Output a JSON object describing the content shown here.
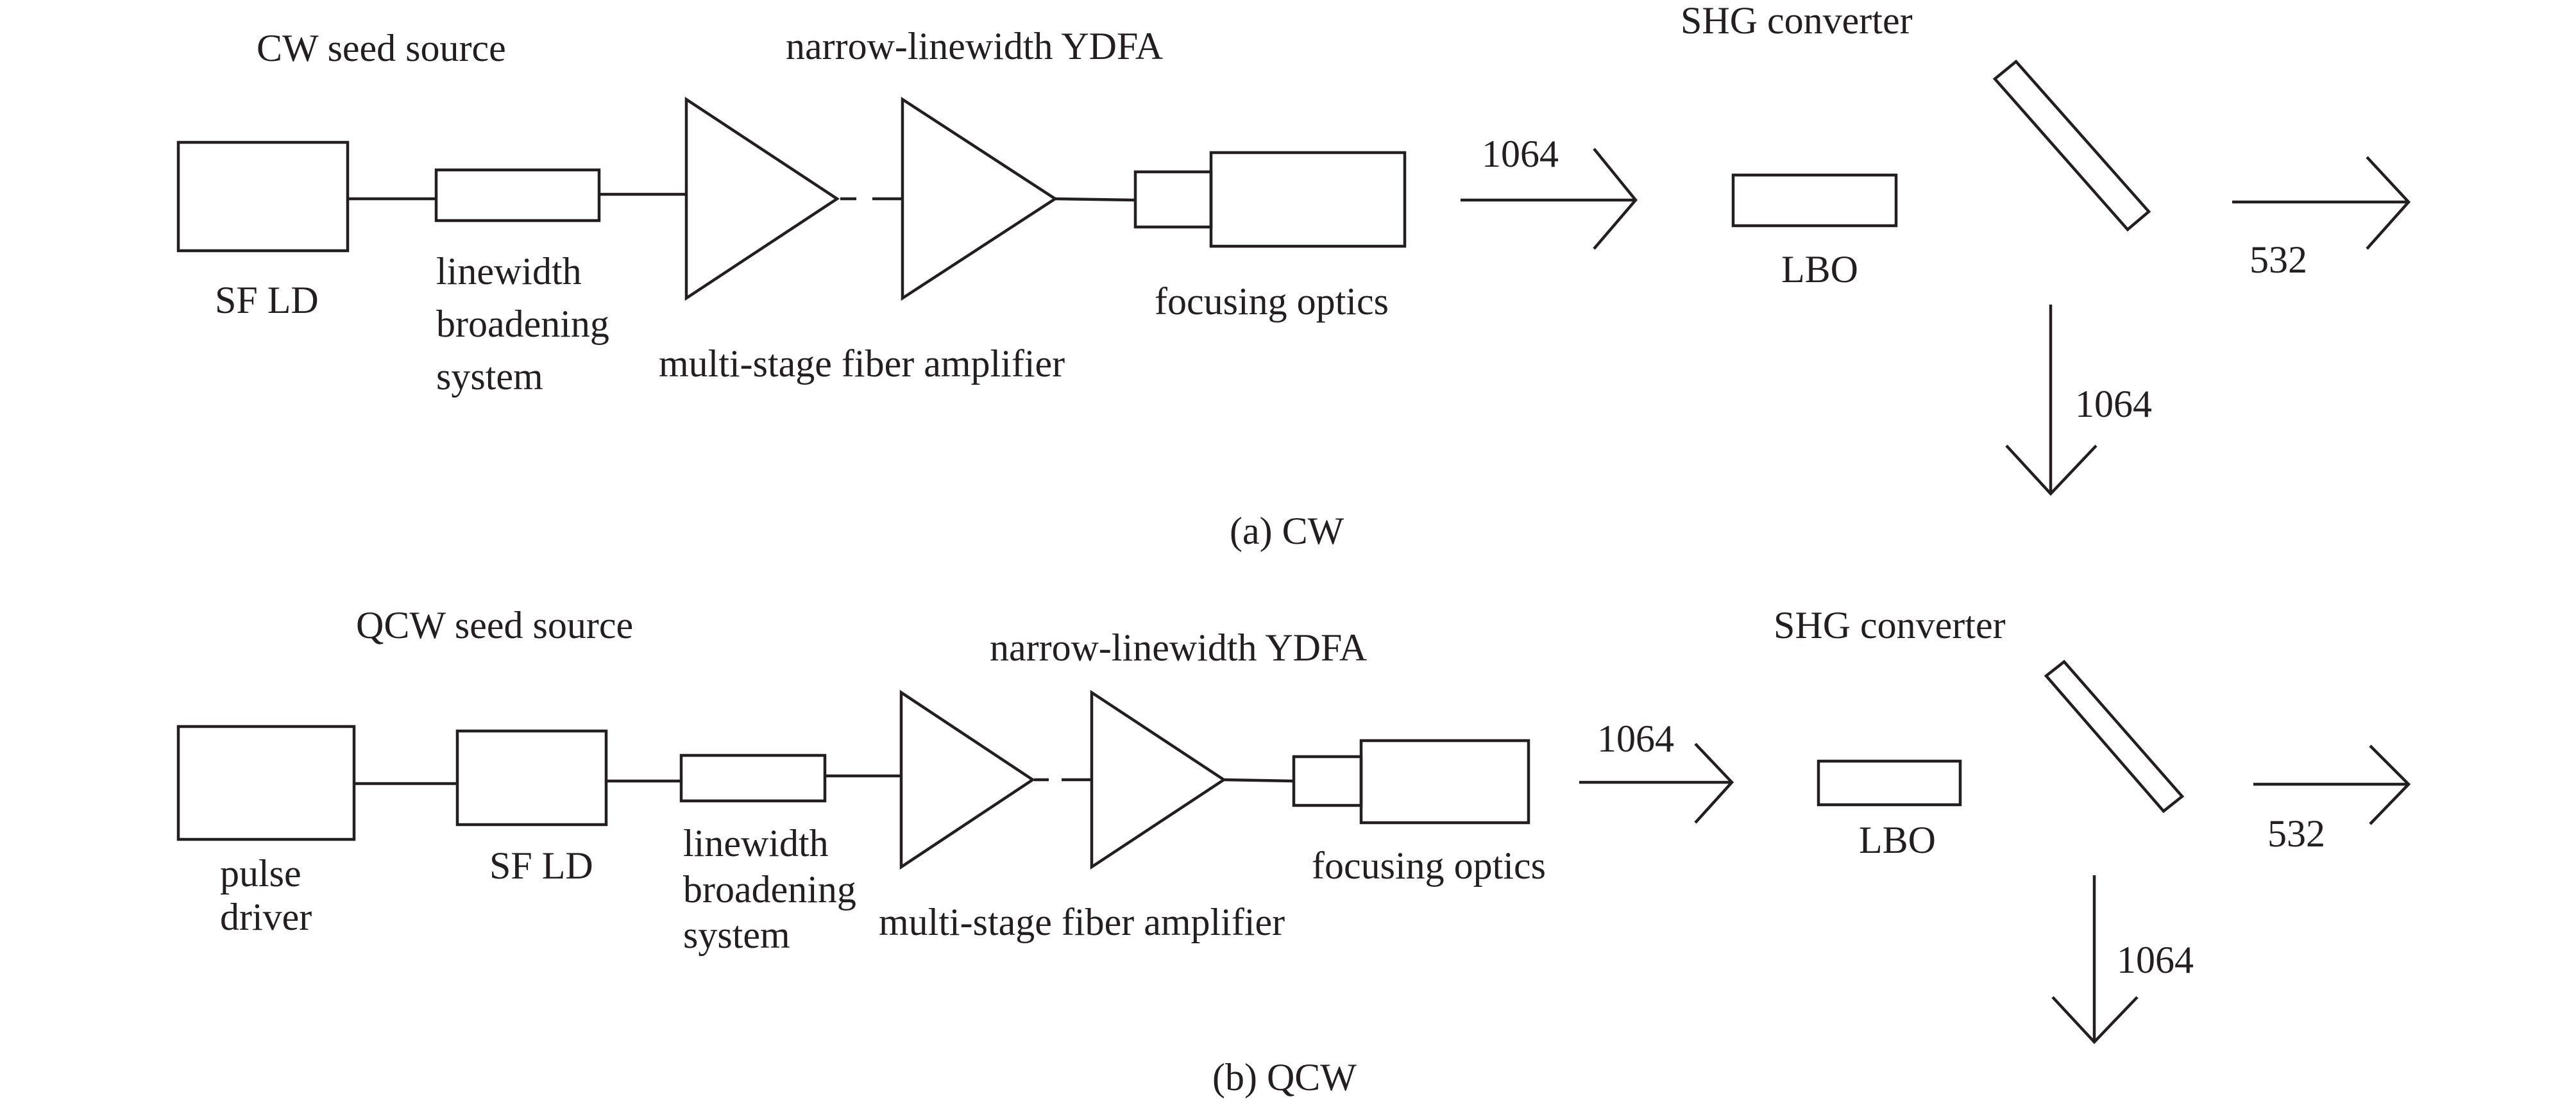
{
  "panel_a": {
    "caption": "(a) CW",
    "header_seed": "CW seed source",
    "header_amp": "narrow-linewidth YDFA",
    "header_shg": "SHG converter",
    "sf_ld": "SF LD",
    "broadening": [
      "linewidth",
      "broadening",
      "system"
    ],
    "amplifier": "multi-stage fiber amplifier",
    "focusing": "focusing optics",
    "in_wavelength": "1064",
    "crystal": "LBO",
    "out_wavelength": "532",
    "residual_wavelength": "1064"
  },
  "panel_b": {
    "caption": "(b) QCW",
    "header_seed": "QCW seed source",
    "header_amp": "narrow-linewidth YDFA",
    "header_shg": "SHG converter",
    "pulse_driver": [
      "pulse",
      "driver"
    ],
    "sf_ld": "SF LD",
    "broadening": [
      "linewidth",
      "broadening",
      "system"
    ],
    "amplifier": "multi-stage fiber amplifier",
    "focusing": "focusing optics",
    "in_wavelength": "1064",
    "crystal": "LBO",
    "out_wavelength": "532",
    "residual_wavelength": "1064"
  }
}
